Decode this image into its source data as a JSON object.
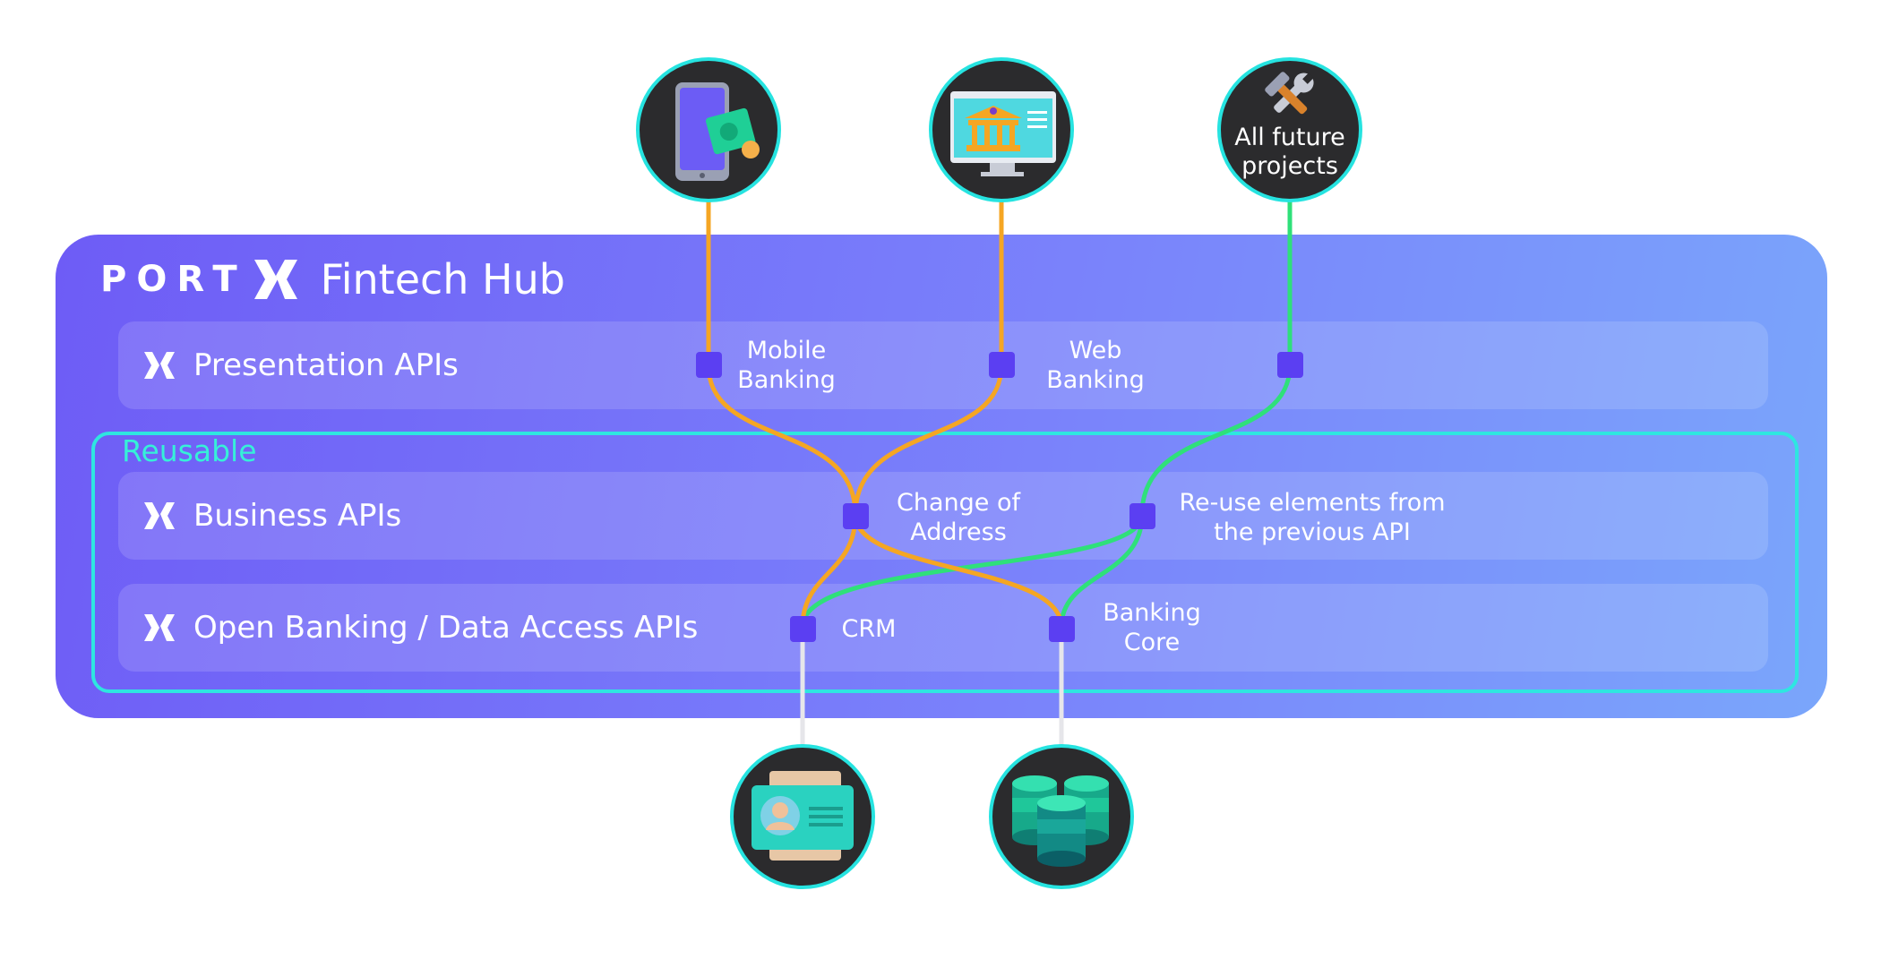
{
  "logo": {
    "wordmark": "PORT",
    "title": "Fintech Hub"
  },
  "layers": {
    "presentation": "Presentation APIs",
    "reusable": "Reusable",
    "business": "Business APIs",
    "open_banking": "Open Banking / Data Access APIs"
  },
  "nodes": {
    "mobile_banking": "Mobile\nBanking",
    "web_banking": "Web\nBanking",
    "change_of_address": "Change of\nAddress",
    "reuse_elements": "Re-use elements from\nthe previous API",
    "crm": "CRM",
    "banking_core": "Banking\nCore"
  },
  "clients": {
    "mobile_app_icon": "mobile-app-icon",
    "web_banking_icon": "bank-monitor-icon",
    "future_projects": "All future\nprojects",
    "future_projects_icon": "tools-icon"
  },
  "systems": {
    "crm_icon": "id-card-icon",
    "core_icon": "database-icon"
  },
  "colors": {
    "hub_bg_start": "#6e5cf6",
    "hub_bg_end": "#7aa6fb",
    "reusable_border": "#2ee6e0",
    "node_square": "#5b3ff2",
    "line_orange": "#f5a623",
    "line_green": "#2fe07a",
    "line_gray": "#e6e6ea",
    "circle_bg": "#2b2b2d"
  }
}
